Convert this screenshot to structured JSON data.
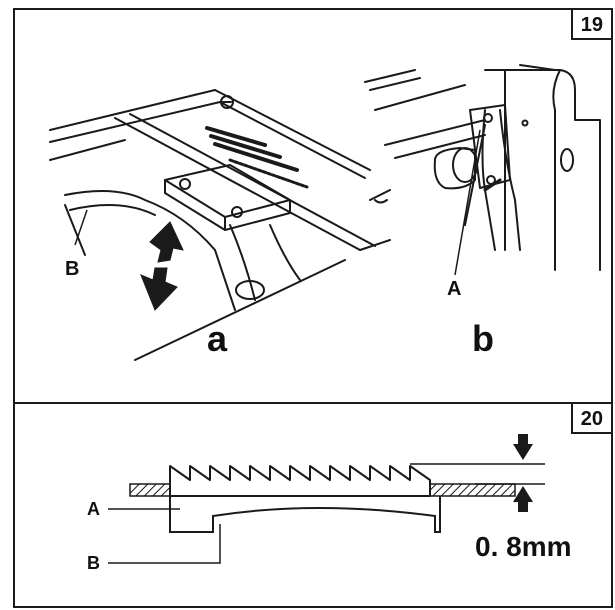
{
  "figure19": {
    "number": "19",
    "label_B": "B",
    "label_A": "A",
    "label_a": "a",
    "label_b": "b"
  },
  "figure20": {
    "number": "20",
    "label_A": "A",
    "label_B": "B",
    "measurement": "0. 8mm"
  }
}
